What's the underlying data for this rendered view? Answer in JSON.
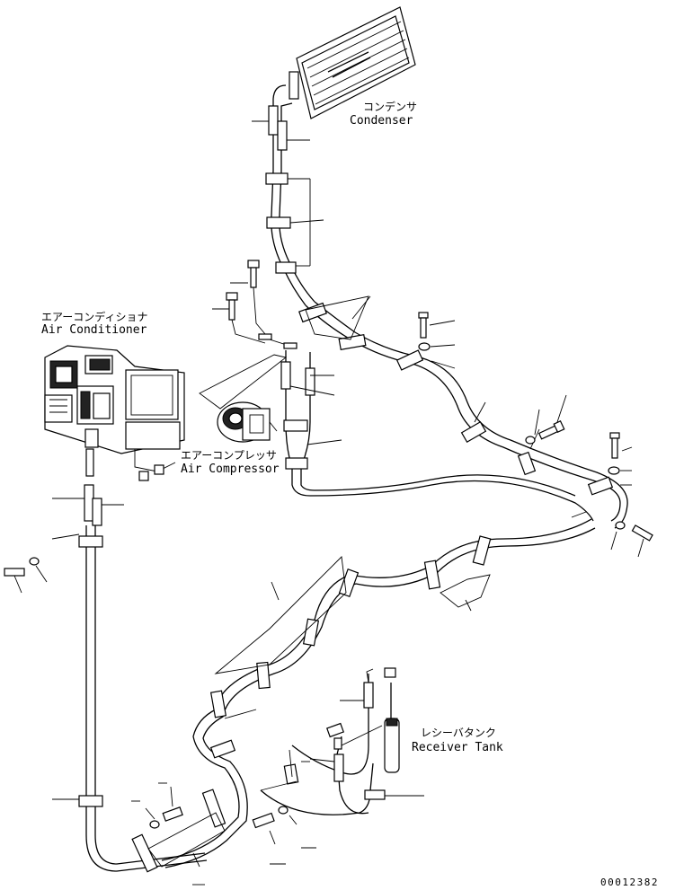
{
  "labels": {
    "condenser_jp": "コンデンサ",
    "condenser_en": "Condenser",
    "air_conditioner_jp": "エアーコンディショナ",
    "air_conditioner_en": "Air Conditioner",
    "air_compressor_jp": "エアーコンプレッサ",
    "air_compressor_en": "Air Compressor",
    "receiver_tank_jp": "レシーバタンク",
    "receiver_tank_en": "Receiver Tank"
  },
  "drawing_code": "00012382"
}
